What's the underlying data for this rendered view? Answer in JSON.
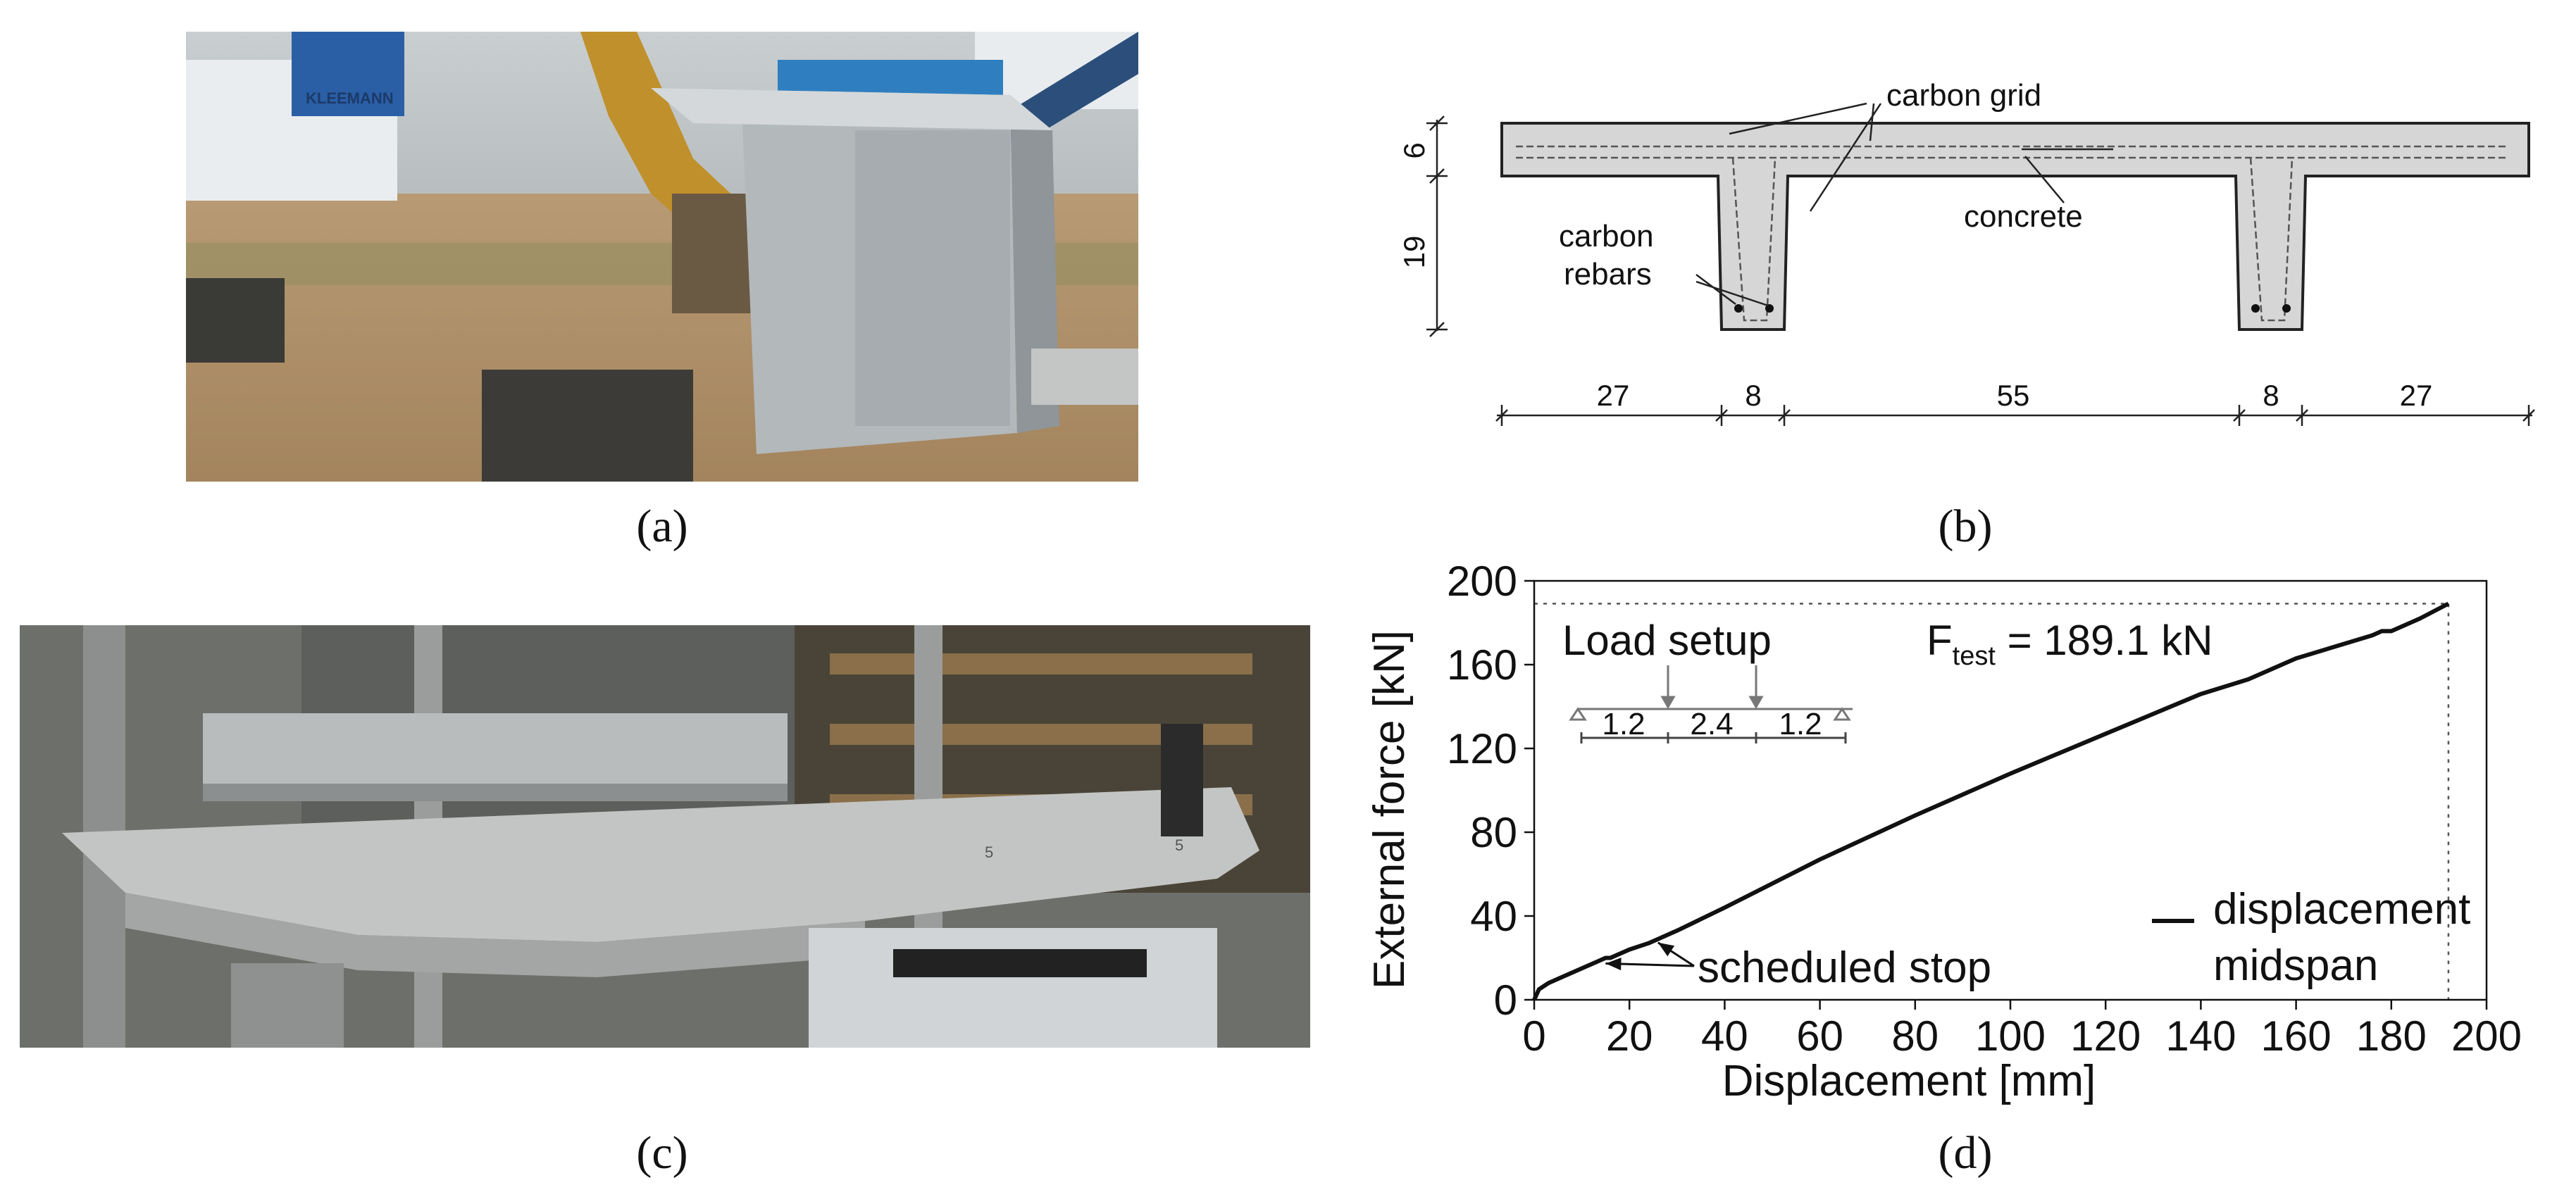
{
  "captions": {
    "a": "(a)",
    "b": "(b)",
    "c": "(c)",
    "d": "(d)"
  },
  "panel_a": {
    "machine_brand": "KLEEMANN"
  },
  "panel_b": {
    "labels": {
      "carbon_grid": "carbon grid",
      "carbon_rebars_1": "carbon",
      "carbon_rebars_2": "rebars",
      "concrete": "concrete"
    },
    "dims_vertical": [
      "6",
      "19"
    ],
    "dims_horizontal": [
      "27",
      "8",
      "55",
      "8",
      "27"
    ]
  },
  "panel_c": {
    "beam_marks": [
      "5",
      "5"
    ]
  },
  "chart_data": {
    "type": "line",
    "xlabel": "Displacement [mm]",
    "ylabel": "External force [kN]",
    "xlim": [
      0,
      200
    ],
    "ylim": [
      0,
      200
    ],
    "xticks": [
      0,
      20,
      40,
      60,
      80,
      100,
      120,
      140,
      160,
      180,
      200
    ],
    "yticks": [
      0,
      40,
      80,
      120,
      160,
      200
    ],
    "grid": false,
    "legend": {
      "placement": "bottom-right",
      "entries": [
        "displacement",
        "midspan"
      ]
    },
    "series": [
      {
        "name": "displacement midspan",
        "x": [
          0,
          1,
          3,
          6,
          10,
          13,
          15,
          16,
          20,
          24,
          26,
          27,
          30,
          40,
          60,
          80,
          100,
          120,
          140,
          150,
          160,
          176,
          178,
          180,
          186,
          192
        ],
        "y": [
          0,
          5,
          8,
          11,
          15,
          18,
          20,
          20,
          24,
          27,
          29,
          30,
          33,
          44,
          67,
          88,
          108,
          127,
          146,
          153,
          163,
          174,
          176,
          176,
          182,
          189.1
        ]
      }
    ],
    "annotations": {
      "ftest_prefix": "F",
      "ftest_sub": "test",
      "ftest_value": " = 189.1 kN",
      "ftest_force": 189.1,
      "ftest_displacement": 192,
      "scheduled_stop": "scheduled stop",
      "scheduled_stop_points": [
        [
          15,
          20
        ],
        [
          26,
          30
        ]
      ],
      "load_setup_title": "Load setup",
      "load_setup_spans": [
        "1.2",
        "2.4",
        "1.2"
      ]
    }
  }
}
